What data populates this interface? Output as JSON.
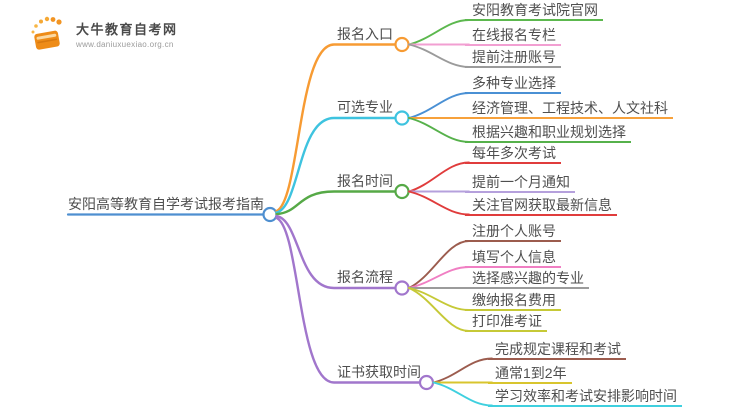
{
  "logo": {
    "icon": "book-sun-icon",
    "site_name": "大牛教育自考网",
    "site_url": "www.daniuxuexiao.org.cn",
    "icon_color": "#f29422"
  },
  "mindmap": {
    "root": {
      "label": "安阳高等教育自学考试报考指南",
      "color": "#4e8fd0"
    },
    "branches": [
      {
        "label": "报名入口",
        "color": "#f79b33",
        "children": [
          {
            "label": "安阳教育考试院官网",
            "color": "#5cb84e"
          },
          {
            "label": "在线报名专栏",
            "color": "#f29fd2"
          },
          {
            "label": "提前注册账号",
            "color": "#9b9b9b"
          }
        ]
      },
      {
        "label": "可选专业",
        "color": "#3ec3df",
        "children": [
          {
            "label": "多种专业选择",
            "color": "#4a90d4"
          },
          {
            "label": "经济管理、工程技术、人文社科",
            "color": "#f7a13b"
          },
          {
            "label": "根据兴趣和职业规划选择",
            "color": "#56b14b"
          }
        ]
      },
      {
        "label": "报名时间",
        "color": "#56a947",
        "children": [
          {
            "label": "每年多次考试",
            "color": "#e03c3c"
          },
          {
            "label": "提前一个月通知",
            "color": "#b5a0dc"
          },
          {
            "label": "关注官网获取最新信息",
            "color": "#e03c3c"
          }
        ]
      },
      {
        "label": "报名流程",
        "color": "#a176cc",
        "children": [
          {
            "label": "注册个人账号",
            "color": "#9c5c4e"
          },
          {
            "label": "填写个人信息",
            "color": "#f07fc3"
          },
          {
            "label": "选择感兴趣的专业",
            "color": "#9b9b9b"
          },
          {
            "label": "缴纳报名费用",
            "color": "#c6c937"
          },
          {
            "label": "打印准考证",
            "color": "#c6c937"
          }
        ]
      },
      {
        "label": "证书获取时间",
        "color": "#a176cc",
        "children": [
          {
            "label": "完成规定课程和考试",
            "color": "#9c5c4e"
          },
          {
            "label": "通常1到2年",
            "color": "#d8c52e"
          },
          {
            "label": "学习效率和考试安排影响时间",
            "color": "#3fd0df"
          }
        ]
      }
    ]
  }
}
